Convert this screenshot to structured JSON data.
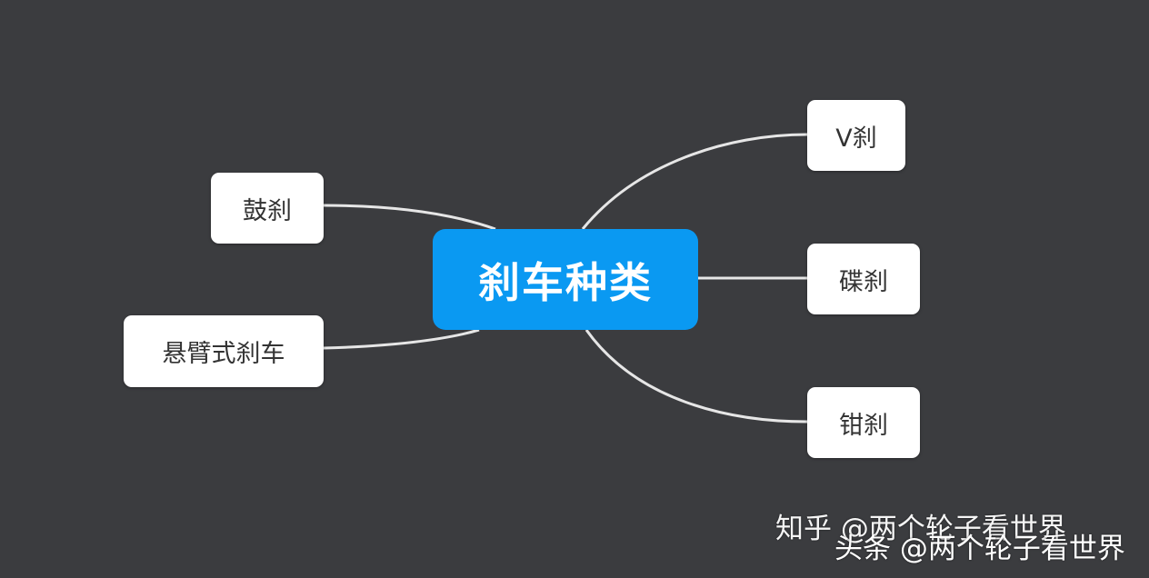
{
  "diagram": {
    "root": {
      "label": "刹车种类"
    },
    "branches": [
      {
        "id": "gu",
        "label": "鼓刹"
      },
      {
        "id": "xuanbi",
        "label": "悬臂式刹车"
      },
      {
        "id": "v",
        "label": "V刹"
      },
      {
        "id": "die",
        "label": "碟刹"
      },
      {
        "id": "qian",
        "label": "钳刹"
      }
    ]
  },
  "watermarks": {
    "zhihu": "知乎 @两个轮子看世界",
    "toutiao": "头条 @两个轮子看世界"
  },
  "colors": {
    "background": "#3b3c3f",
    "root_fill": "#0a99f2",
    "node_fill": "#ffffff",
    "connector": "#e6e6e6"
  }
}
